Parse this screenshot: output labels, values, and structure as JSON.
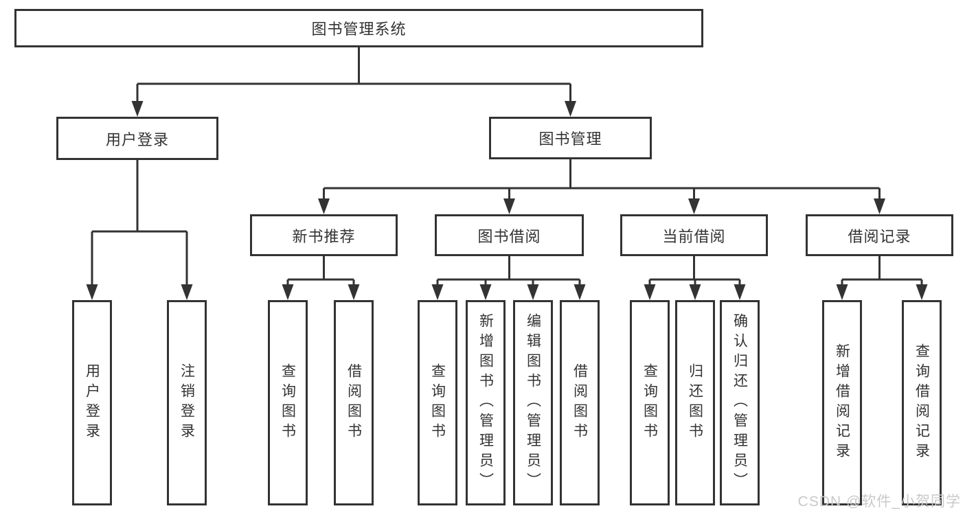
{
  "tree": {
    "root": {
      "label": "图书管理系统"
    },
    "branches": [
      {
        "label": "用户登录",
        "children": [
          {
            "label": "用户登录"
          },
          {
            "label": "注销登录"
          }
        ]
      },
      {
        "label": "图书管理",
        "sections": [
          {
            "label": "新书推荐",
            "children": [
              {
                "label": "查询图书"
              },
              {
                "label": "借阅图书"
              }
            ]
          },
          {
            "label": "图书借阅",
            "children": [
              {
                "label": "查询图书"
              },
              {
                "label": "新增图书（管理员）"
              },
              {
                "label": "编辑图书（管理员）"
              },
              {
                "label": "借阅图书"
              }
            ]
          },
          {
            "label": "当前借阅",
            "children": [
              {
                "label": "查询图书"
              },
              {
                "label": "归还图书"
              },
              {
                "label": "确认归还（管理员）"
              }
            ]
          },
          {
            "label": "借阅记录",
            "children": [
              {
                "label": "新增借阅记录"
              },
              {
                "label": "查询借阅记录"
              }
            ]
          }
        ]
      }
    ]
  },
  "watermark": {
    "text": "CSDN @软件_小贺同学"
  },
  "colors": {
    "line": "#333333",
    "node_border": "#333333",
    "text": "#333333",
    "background": "#ffffff",
    "watermark": "#c9c9c9"
  }
}
